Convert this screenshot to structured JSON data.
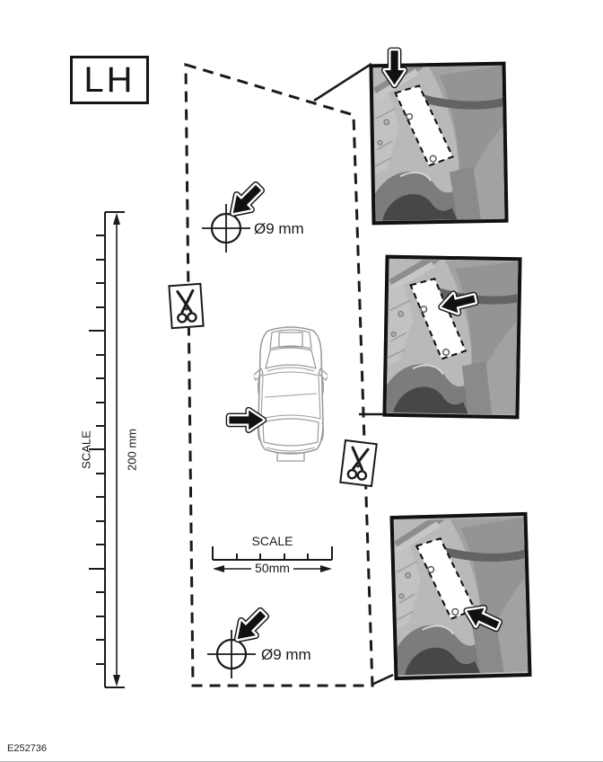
{
  "page": {
    "side_label": "LH",
    "figure_id": "E252736",
    "description": "Left-hand drilling template diagram with cut lines, drill marks and three vehicle panel location insets"
  },
  "vertical_scale": {
    "label": "SCALE",
    "dimension": "200 mm"
  },
  "horizontal_scale": {
    "label": "SCALE",
    "dimension": "50mm"
  },
  "drill_marks": [
    {
      "label": "Ø9 mm"
    },
    {
      "label": "Ø9 mm"
    }
  ],
  "icons": {
    "cut_here": "scissors-icon",
    "drill_pointer": "arrow-icon",
    "drill_target": "crosshair-icon",
    "vehicle": "car-top-view"
  },
  "colors": {
    "line": "#1a1a1a",
    "photo_base": "#b9b9b9",
    "photo_dark": "#4a4a4a",
    "template_fill": "#ffffff"
  }
}
